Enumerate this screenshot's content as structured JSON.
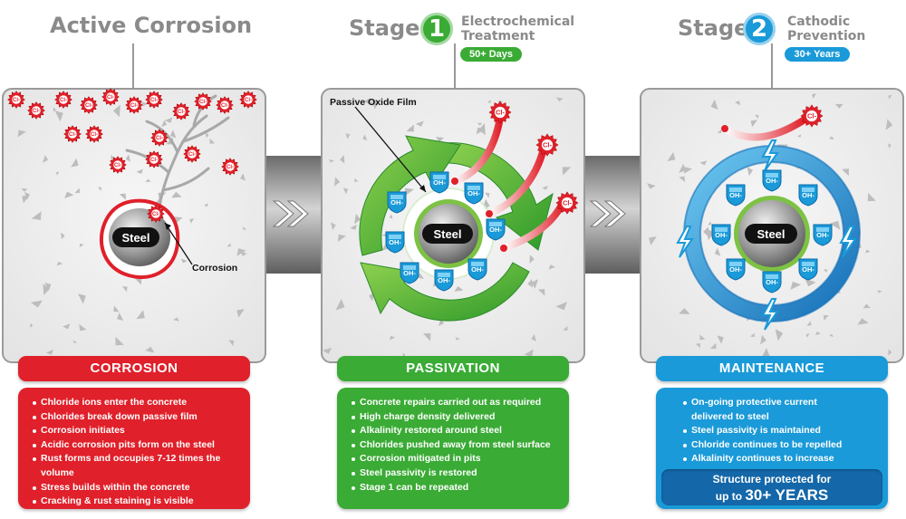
{
  "colors": {
    "red": "#e0202a",
    "green": "#3aab35",
    "blue": "#1a9ad8",
    "gray": "#8a8a8a",
    "darkblue": "#1467a8"
  },
  "stages": [
    {
      "title": "Active Corrosion",
      "header": "CORROSION",
      "steel_label": "Steel",
      "ion_label": "Cl-",
      "callout": "Corrosion",
      "bullets": [
        "Chloride ions enter the concrete",
        "Chlorides break down passive film",
        "Corrosion initiates",
        "Acidic corrosion pits form on the steel",
        "Rust forms and occupies 7-12 times the volume",
        "Stress builds within the concrete",
        "Cracking & rust staining is visible"
      ]
    },
    {
      "title": "Stage",
      "number": "1",
      "subtitle_line1": "Electrochemical",
      "subtitle_line2": "Treatment",
      "pill": "50+ Days",
      "header": "PASSIVATION",
      "steel_label": "Steel",
      "ion_label": "OH-",
      "callout": "Passive Oxide Film",
      "bullets": [
        "Concrete repairs carried out as required",
        "High charge density delivered",
        "Alkalinity restored around steel",
        "Chlorides pushed away from steel surface",
        "Corrosion mitigated in pits",
        "Steel passivity is restored",
        "Stage 1 can be repeated"
      ]
    },
    {
      "title": "Stage",
      "number": "2",
      "subtitle_line1": "Cathodic",
      "subtitle_line2": "Prevention",
      "pill": "30+ Years",
      "header": "MAINTENANCE",
      "steel_label": "Steel",
      "ion_label": "OH-",
      "bullets": [
        "On-going protective current delivered to steel",
        "Steel passivity is maintained",
        "Chloride continues to be repelled",
        "Alkalinity continues to increase"
      ],
      "footer_line1": "Structure protected for",
      "footer_line2_prefix": "up to ",
      "footer_line2_big": "30+ YEARS"
    }
  ]
}
